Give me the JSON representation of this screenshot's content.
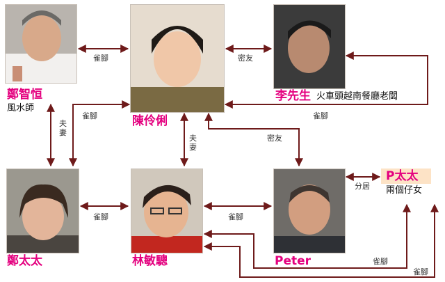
{
  "people": {
    "zheng_zhiheng": {
      "name": "鄭智恒",
      "role": "風水師"
    },
    "chen_lingli": {
      "name": "陳伶俐"
    },
    "li": {
      "name": "李先生",
      "role": "火車頭越南餐廳老闆"
    },
    "zheng_taitai": {
      "name": "鄭太太"
    },
    "lin_mincong": {
      "name": "林敏驄"
    },
    "peter": {
      "name": "Peter"
    },
    "p_taitai": {
      "name": "P太太",
      "role": "兩個仔女"
    }
  },
  "relations": {
    "mahjong": "雀腳",
    "close_friend": "密友",
    "spouse": "夫妻",
    "separated": "分居"
  },
  "colors": {
    "name_accent": "#e4007f",
    "arrow": "#6e1a1a",
    "label_bg": "#fde3c6"
  }
}
